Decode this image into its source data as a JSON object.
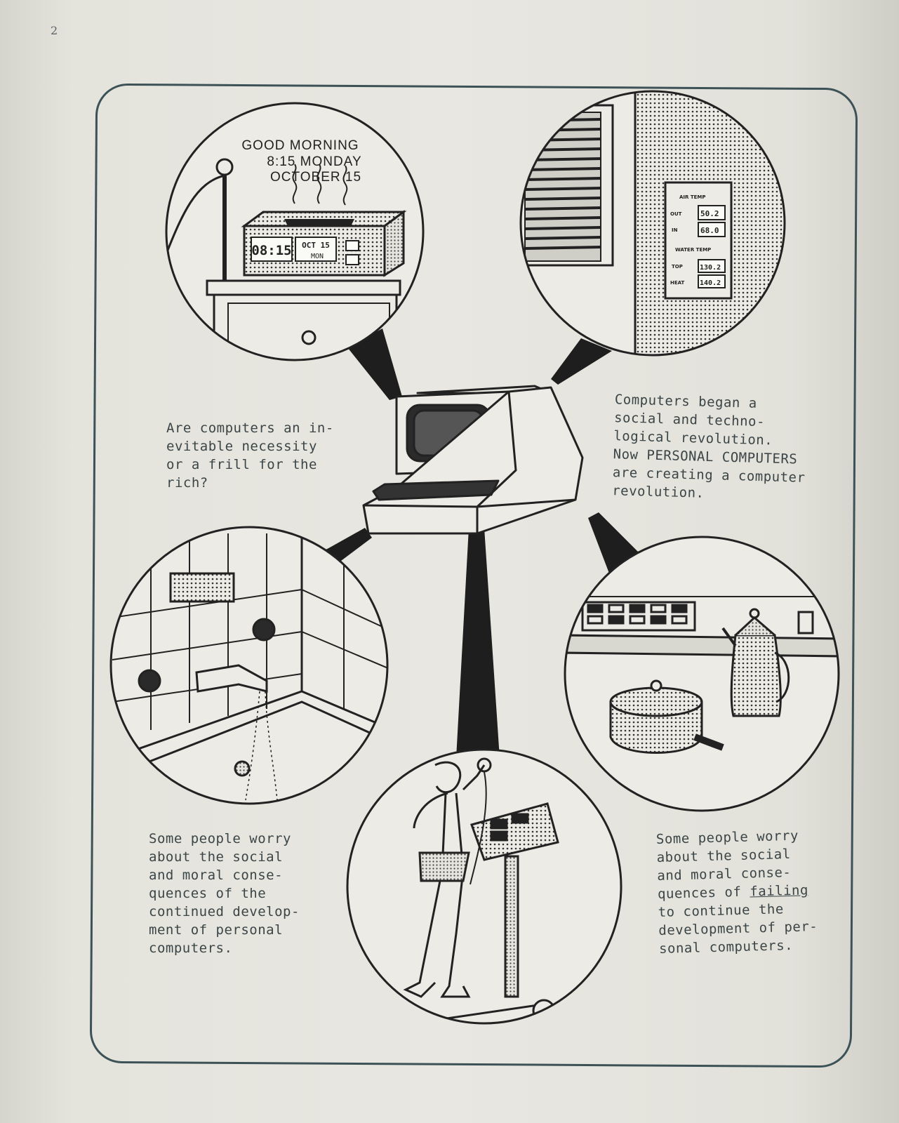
{
  "page_number": "2",
  "clock_speech": [
    "GOOD MORNING",
    "8:15 MONDAY",
    "OCTOBER 15"
  ],
  "clock_display": {
    "time": "08:15",
    "date": "OCT 15",
    "day": "MON"
  },
  "thermostat": {
    "air_label": "AIR TEMP",
    "out_label": "OUT",
    "out_value": "50.2",
    "in_label": "IN",
    "in_value": "68.0",
    "water_label": "WATER TEMP",
    "top_label": "TOP",
    "top_value": "130.2",
    "heat_label": "HEAT",
    "heat_value": "140.2"
  },
  "captions": {
    "top_left": "Are computers an in-\nevitable necessity\nor a frill for the\nrich?",
    "top_right": "Computers began a\nsocial and techno-\nlogical revolution.\nNow PERSONAL COMPUTERS\nare creating a computer\nrevolution.",
    "bottom_left": "Some people worry\nabout the social\nand moral conse-\nquences of the\ncontinued develop-\nment of personal\ncomputers.",
    "bottom_right_pre": "Some people worry\nabout the social\nand moral conse-\nquences of ",
    "bottom_right_underline": "failing",
    "bottom_right_post": "\nto continue the\ndevelopment of per-\nsonal computers."
  }
}
